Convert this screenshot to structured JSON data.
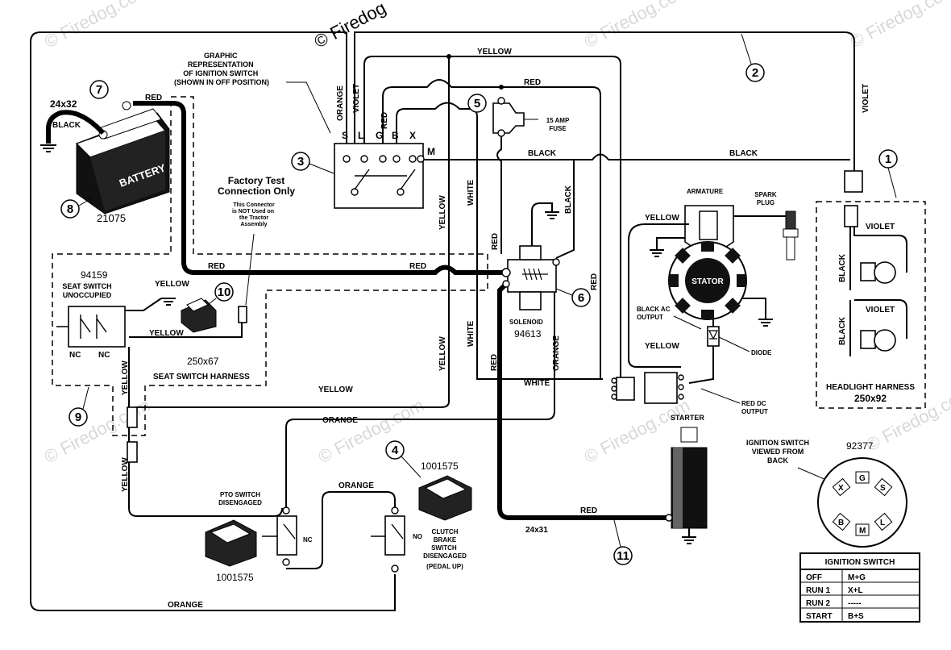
{
  "watermarks": [
    "© Firedog.com",
    "© Firedog"
  ],
  "callouts": [
    "1",
    "2",
    "3",
    "4",
    "5",
    "6",
    "7",
    "8",
    "9",
    "10",
    "11"
  ],
  "ignition_graphic": {
    "title": "GRAPHIC\nREPRESENTATION\nOF IGNITION SWITCH\n(SHOWN IN OFF POSITION)",
    "terminals": [
      "S",
      "L",
      "G",
      "B",
      "X",
      "M"
    ]
  },
  "battery": {
    "label": "BATTERY",
    "size": "24x32",
    "part": "21075",
    "cable": "BLACK"
  },
  "fuse": {
    "label": "15 AMP\nFUSE"
  },
  "factory_test": {
    "title": "Factory Test\nConnection Only",
    "note": "This Connector\nis NOT Used on\nthe Tractor\nAssembly"
  },
  "seat_switch": {
    "part": "94159",
    "title": "SEAT SWITCH\nUNOCCUPIED",
    "contacts": [
      "NC",
      "NC"
    ]
  },
  "seat_harness": {
    "size": "250x67",
    "label": "SEAT SWITCH HARNESS"
  },
  "solenoid": {
    "label": "SOLENOID",
    "part": "94613"
  },
  "engine": {
    "armature": "ARMATURE",
    "spark_plug": "SPARK\nPLUG",
    "stator": "STATOR",
    "black_ac": "BLACK AC\nOUTPUT",
    "diode": "DIODE",
    "red_dc": "RED DC\nOUTPUT"
  },
  "headlight": {
    "label": "HEADLIGHT HARNESS",
    "size": "250x92"
  },
  "starter": {
    "label": "STARTER"
  },
  "starter_cable": {
    "size": "24x31"
  },
  "pto": {
    "label": "PTO SWITCH\nDISENGAGED",
    "part": "1001575",
    "contact": "NC"
  },
  "clutch": {
    "label": "CLUTCH\nBRAKE\nSWITCH\nDISENGAGED\n(PEDAL UP)",
    "part": "1001575",
    "contact": "NO"
  },
  "ign_back": {
    "title": "IGNITION SWITCH\nVIEWED FROM\nBACK",
    "part": "92377",
    "pins": [
      "G",
      "S",
      "L",
      "M",
      "B",
      "X"
    ]
  },
  "ign_table": {
    "title": "IGNITION SWITCH",
    "rows": [
      [
        "OFF",
        "M+G"
      ],
      [
        "RUN 1",
        "X+L"
      ],
      [
        "RUN 2",
        "-----"
      ],
      [
        "START",
        "B+S"
      ]
    ]
  },
  "wire_labels": {
    "yellow": "YELLOW",
    "red": "RED",
    "black": "BLACK",
    "white": "WHITE",
    "orange": "ORANGE",
    "violet": "VIOLET"
  }
}
